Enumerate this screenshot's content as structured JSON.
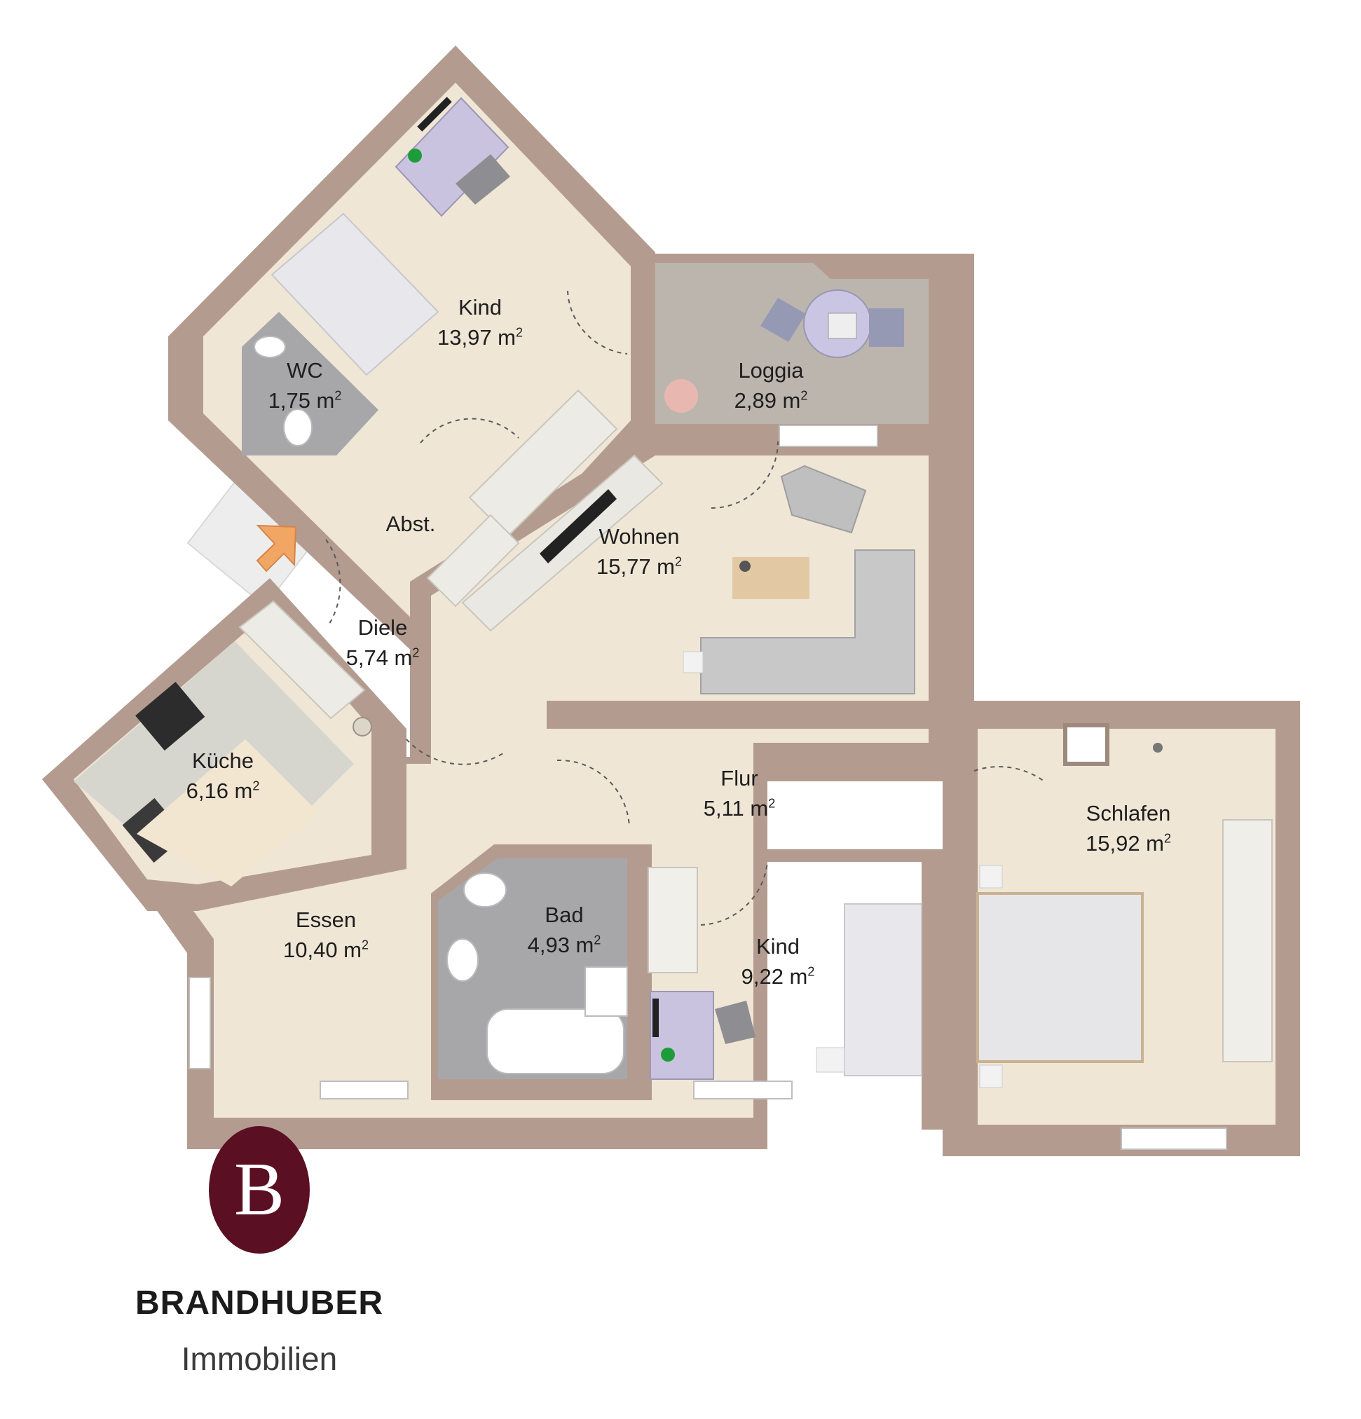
{
  "rooms": {
    "kind_upper": {
      "name": "Kind",
      "area_value": "13,97 m",
      "unit_power": "2"
    },
    "wc": {
      "name": "WC",
      "area_value": "1,75 m",
      "unit_power": "2"
    },
    "loggia": {
      "name": "Loggia",
      "area_value": "2,89 m",
      "unit_power": "2"
    },
    "abst": {
      "name": "Abst."
    },
    "wohnen": {
      "name": "Wohnen",
      "area_value": "15,77 m",
      "unit_power": "2"
    },
    "diele": {
      "name": "Diele",
      "area_value": "5,74 m",
      "unit_power": "2"
    },
    "kueche": {
      "name": "Küche",
      "area_value": "6,16 m",
      "unit_power": "2"
    },
    "flur": {
      "name": "Flur",
      "area_value": "5,11 m",
      "unit_power": "2"
    },
    "schlafen": {
      "name": "Schlafen",
      "area_value": "15,92 m",
      "unit_power": "2"
    },
    "bad": {
      "name": "Bad",
      "area_value": "4,93 m",
      "unit_power": "2"
    },
    "kind_lower": {
      "name": "Kind",
      "area_value": "9,22 m",
      "unit_power": "2"
    },
    "essen": {
      "name": "Essen",
      "area_value": "10,40 m",
      "unit_power": "2"
    }
  },
  "brand": {
    "logo_letter": "B",
    "name": "BRANDHUBER",
    "subtitle": "Immobilien",
    "logo_color": "#5a0f22"
  },
  "colors": {
    "wall": "#b39c8f",
    "floor": "#efe6d6",
    "tiles": "#a7a7a9",
    "decking": "#bcb5ae",
    "entrance_arrow": "#f2a664"
  }
}
